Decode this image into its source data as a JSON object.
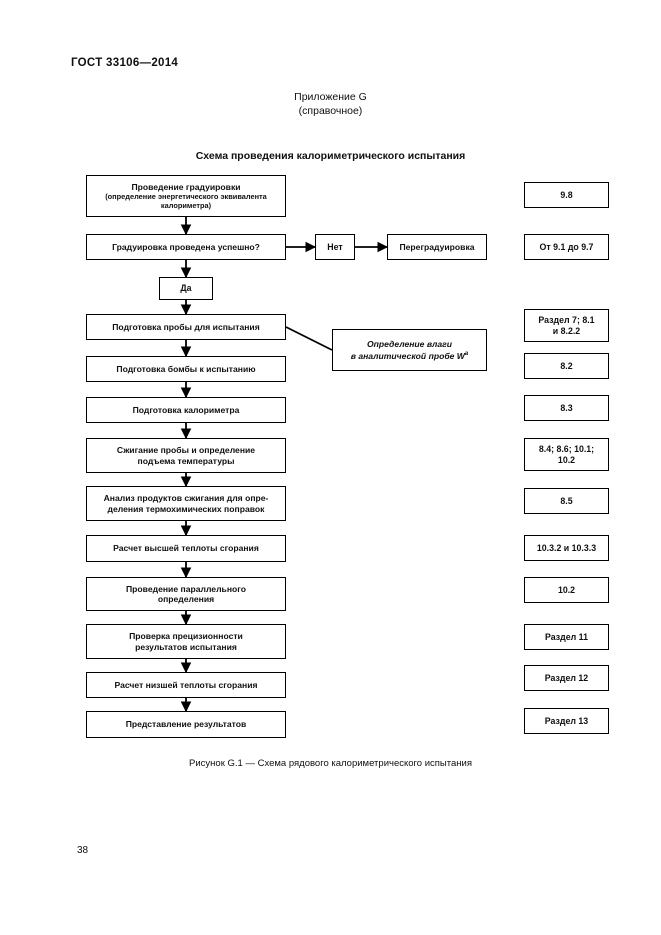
{
  "document": {
    "standard_header": "ГОСТ 33106—2014",
    "annex_title": "Приложение G",
    "annex_subtitle": "(справочное)",
    "scheme_title": "Схема проведения калориметрического испытания",
    "figure_caption": "Рисунок G.1 — Схема рядового калориметрического испытания",
    "page_number": "38"
  },
  "flowchart": {
    "nodes": [
      {
        "id": "calibration",
        "label": "Проведение градуировки",
        "sublabel": "(определение энергетического эквивалента калориметра)"
      },
      {
        "id": "calib-check",
        "label": "Градуировка проведена успешно?"
      },
      {
        "id": "no",
        "label": "Нет"
      },
      {
        "id": "recalibration",
        "label": "Переградуировка"
      },
      {
        "id": "yes",
        "label": "Да"
      },
      {
        "id": "sample-prep",
        "label": "Подготовка пробы для испытания"
      },
      {
        "id": "moisture",
        "label": "Определение влаги",
        "label2": "в аналитической пробе W",
        "superscript": "a"
      },
      {
        "id": "bomb-prep",
        "label": "Подготовка бомбы к испытанию"
      },
      {
        "id": "calorimeter-prep",
        "label": "Подготовка калориметра"
      },
      {
        "id": "combustion",
        "label": "Сжигание пробы и определение",
        "label2": "подъема температуры"
      },
      {
        "id": "products-analysis",
        "label": "Анализ продуктов сжигания для опре-",
        "label2": "деления термохимических поправок"
      },
      {
        "id": "gross-calc",
        "label": "Расчет высшей теплоты сгорания"
      },
      {
        "id": "parallel",
        "label": "Проведение параллельного",
        "label2": "определения"
      },
      {
        "id": "precision",
        "label": "Проверка прецизионности",
        "label2": "результатов испытания"
      },
      {
        "id": "net-calc",
        "label": "Расчет низшей теплоты сгорания"
      },
      {
        "id": "report",
        "label": "Представление результатов"
      }
    ],
    "references": [
      {
        "id": "ref-9-8",
        "label": "9.8"
      },
      {
        "id": "ref-9-1-9-7",
        "label": "От 9.1 до 9.7"
      },
      {
        "id": "ref-sec7",
        "label": "Раздел 7; 8.1",
        "label2": "и 8.2.2"
      },
      {
        "id": "ref-8-2",
        "label": "8.2"
      },
      {
        "id": "ref-8-3",
        "label": "8.3"
      },
      {
        "id": "ref-8-4",
        "label": "8.4; 8.6; 10.1;",
        "label2": "10.2"
      },
      {
        "id": "ref-8-5",
        "label": "8.5"
      },
      {
        "id": "ref-10-3",
        "label": "10.3.2 и 10.3.3"
      },
      {
        "id": "ref-10-2",
        "label": "10.2"
      },
      {
        "id": "ref-sec11",
        "label": "Раздел 11"
      },
      {
        "id": "ref-sec12",
        "label": "Раздел 12"
      },
      {
        "id": "ref-sec13",
        "label": "Раздел 13"
      }
    ]
  }
}
